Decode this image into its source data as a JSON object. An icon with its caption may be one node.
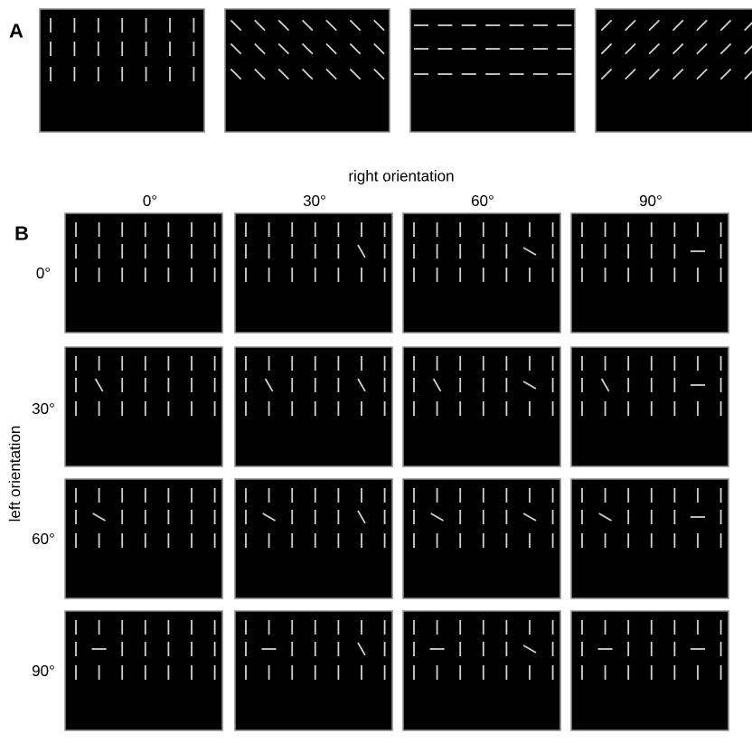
{
  "diagram": {
    "labels": [
      "A",
      "right orientation",
      "0°",
      "30°",
      "60°",
      "90°",
      "B",
      "0°",
      "left orientation",
      "30°",
      "60°",
      "90°"
    ]
  }
}
